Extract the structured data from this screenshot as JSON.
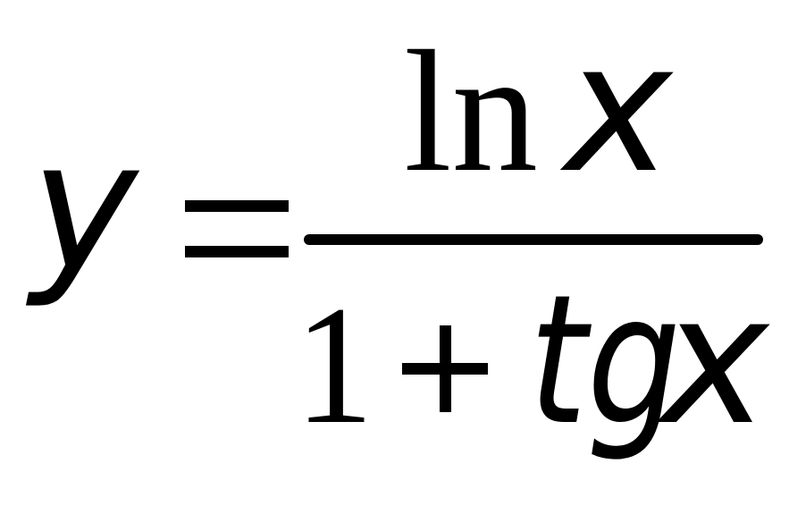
{
  "formula": {
    "lhs": "y",
    "equals": "=",
    "numerator": {
      "function": "ln",
      "variable": "x"
    },
    "denominator": {
      "constant": "1",
      "operator": "+",
      "function": "tg",
      "variable": "x"
    }
  },
  "colors": {
    "ink": "#000000",
    "background": "#ffffff"
  }
}
